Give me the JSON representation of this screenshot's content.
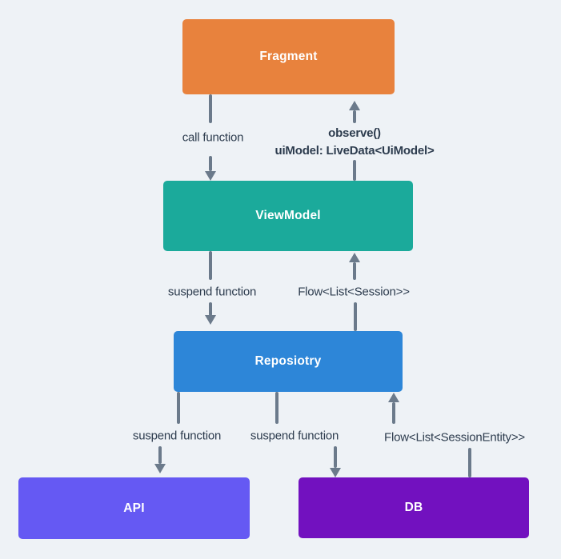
{
  "diagram": {
    "type": "flow-diagram",
    "colors": {
      "background": "#eef2f6",
      "arrow": "#6b7a8b",
      "edge_label_text": "#2d3c4e",
      "node_label_text": "#ffffff"
    },
    "nodes": [
      {
        "id": "fragment",
        "label": "Fragment",
        "color": "#e8823d"
      },
      {
        "id": "viewmodel",
        "label": "ViewModel",
        "color": "#1baa9b"
      },
      {
        "id": "repository",
        "label": "Reposiotry",
        "color": "#2d86d8"
      },
      {
        "id": "api",
        "label": "API",
        "color": "#6559f3"
      },
      {
        "id": "db",
        "label": "DB",
        "color": "#7211bf"
      }
    ],
    "edges": [
      {
        "from": "fragment",
        "to": "viewmodel",
        "direction": "down",
        "label": "call function"
      },
      {
        "from": "viewmodel",
        "to": "fragment",
        "direction": "up",
        "label": "observe()",
        "label2": "uiModel: LiveData<UiModel>"
      },
      {
        "from": "viewmodel",
        "to": "repository",
        "direction": "down",
        "label": "suspend function"
      },
      {
        "from": "repository",
        "to": "viewmodel",
        "direction": "up",
        "label": "Flow<List<Session>>"
      },
      {
        "from": "repository",
        "to": "api",
        "direction": "down",
        "label": "suspend function"
      },
      {
        "from": "repository",
        "to": "db",
        "direction": "down",
        "label": "suspend function"
      },
      {
        "from": "db",
        "to": "repository",
        "direction": "up",
        "label": "Flow<List<SessionEntity>>"
      }
    ]
  }
}
